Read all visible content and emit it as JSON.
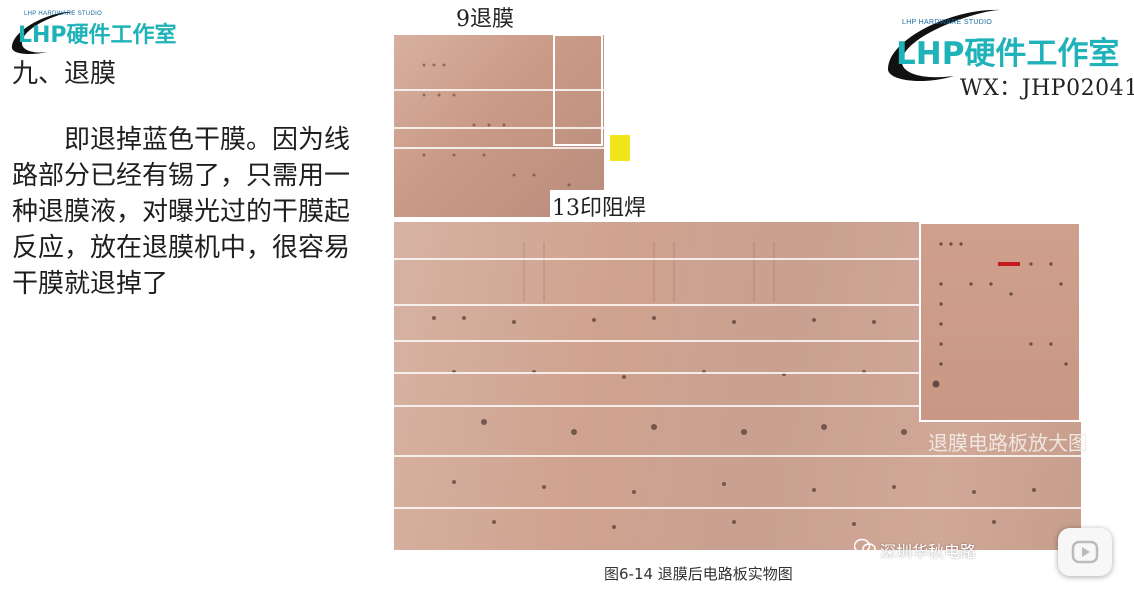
{
  "logo_small": {
    "sub": "LHP HARDWARE STUDIO",
    "main": "LHP硬件工作室"
  },
  "logo_large": {
    "sub": "LHP HARDWARE STUDIO",
    "main": "LHP硬件工作室"
  },
  "wx": "WX：JHP02041",
  "section_title": "九、退膜",
  "body_text": "即退掉蓝色干膜。因为线路部分已经有锡了，只需用一种退膜液，对曝光过的干膜起反应，放在退膜机中，很容易干膜就退掉了",
  "photo": {
    "label_top": "9退膜",
    "label_mid": "13印阻焊",
    "inset_caption": "退膜电路板放大图",
    "watermark": "深圳华秋电路",
    "figure_caption": "图6-14 退膜后电路板实物图"
  },
  "icons": {
    "logo_ring": "orbit-ring-icon",
    "wechat": "wechat-icon",
    "play": "play-button-icon"
  },
  "colors": {
    "logo_teal": "#1fb2b8",
    "pcb_copper": "#cfa38f",
    "highlight_yellow": "#f1e61a"
  }
}
